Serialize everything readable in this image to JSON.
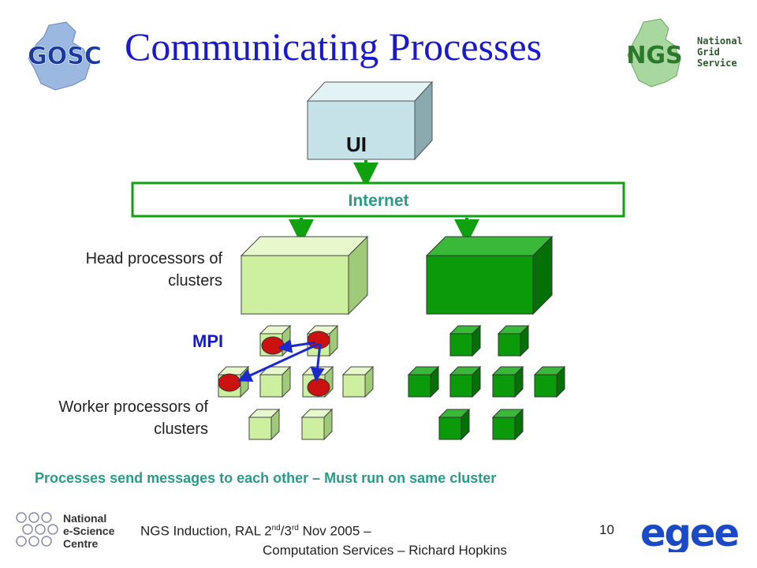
{
  "slide": {
    "title": "Communicating Processes",
    "ui_label": "UI",
    "internet_label": "Internet",
    "head_label": "Head processors of clusters",
    "worker_label": "Worker processors of clusters",
    "mpi_label": "MPI",
    "caption": "Processes send messages to each other – Must run on same cluster",
    "page_number": "10"
  },
  "footer": {
    "line1_a": "NGS Induction, RAL 2",
    "line1_sup1": "nd",
    "line1_b": "/3",
    "line1_sup2": "rd",
    "line1_c": " Nov 2005 –",
    "line2": "Computation Services – Richard Hopkins"
  },
  "logos": {
    "gosc": "GOSC",
    "ngs": "NGS",
    "ngs_sub": [
      "National",
      "Grid",
      "Service"
    ],
    "nesc": [
      "National",
      "e-Science",
      "Centre"
    ],
    "egee": "egee"
  },
  "colors": {
    "title": "#1a1acc",
    "ui_box": "#c4e2e8",
    "light_green": "#ccf0a0",
    "dark_green": "#0a9a0a",
    "arrow_green": "#10a010",
    "process_red": "#cc1111",
    "mpi_arrow": "#1a2acc",
    "caption": "#2a9a8a"
  }
}
